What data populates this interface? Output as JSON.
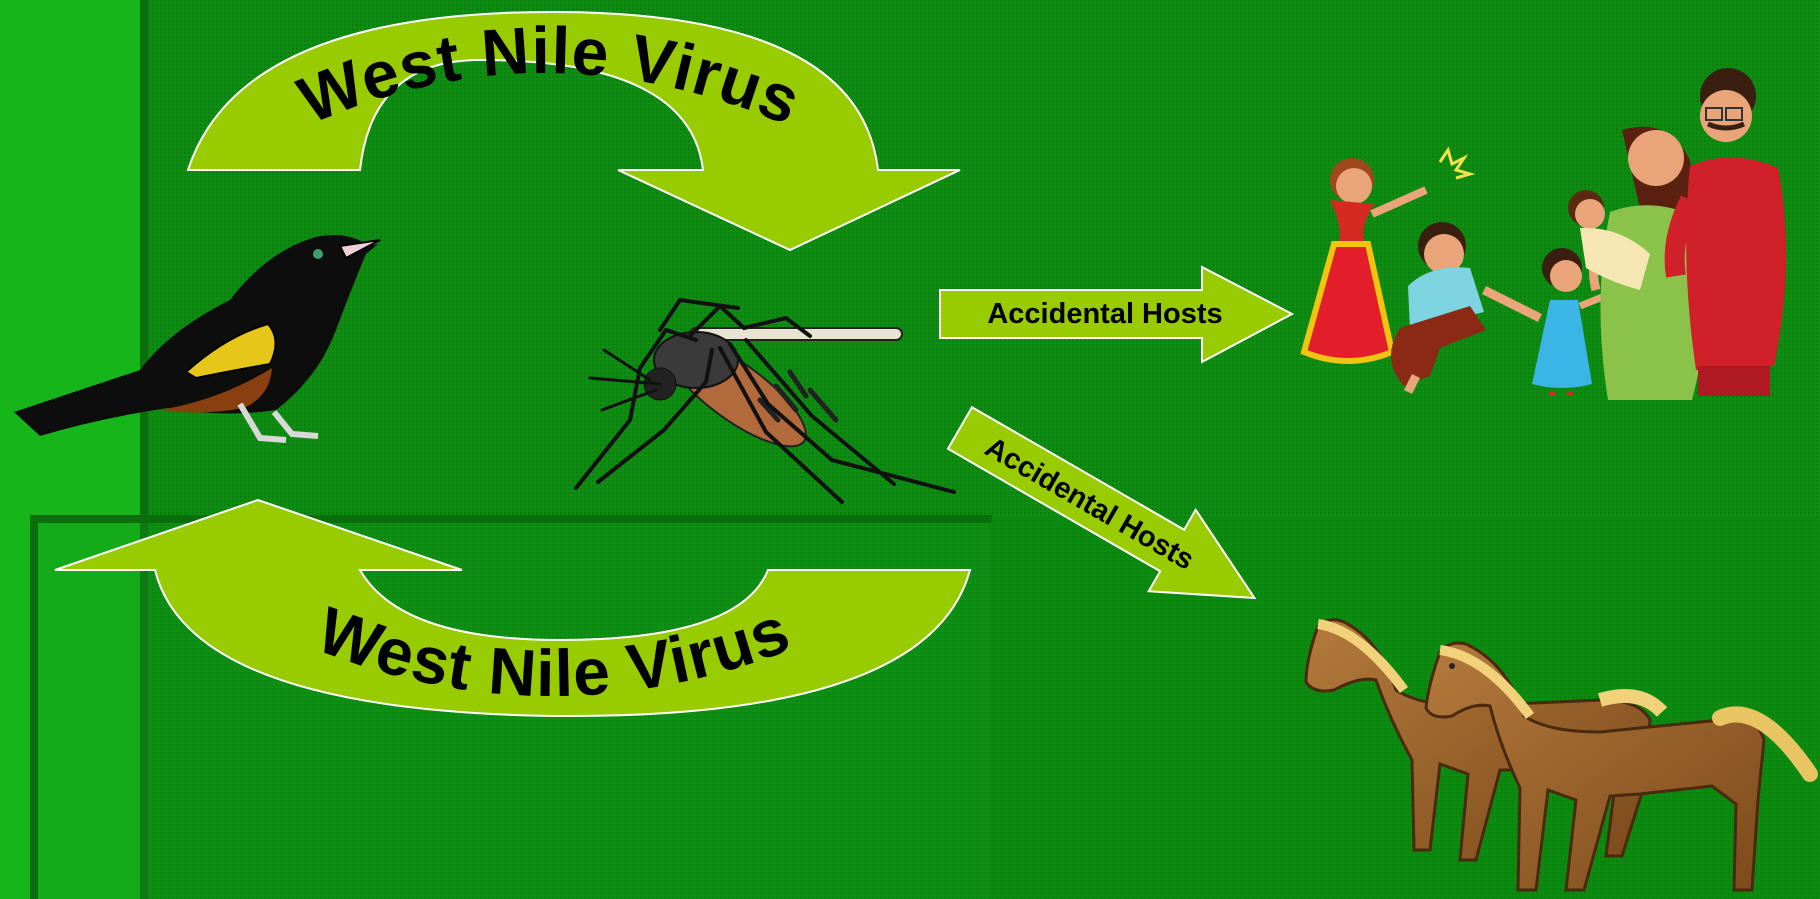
{
  "diagram": {
    "top_arrow_label": "West Nile Virus",
    "bottom_arrow_label": "West Nile Virus",
    "people_arrow_label": "Accidental Hosts",
    "horses_arrow_label": "Accidental Hosts"
  },
  "colors": {
    "background": "#0c8a10",
    "left_band": "#16b51a",
    "arrow_fill": "#99cc00",
    "arrow_stroke": "#ffffff",
    "text": "#000000"
  },
  "icons": [
    "blackbird-icon",
    "mosquito-icon",
    "family-icon",
    "horses-icon"
  ]
}
